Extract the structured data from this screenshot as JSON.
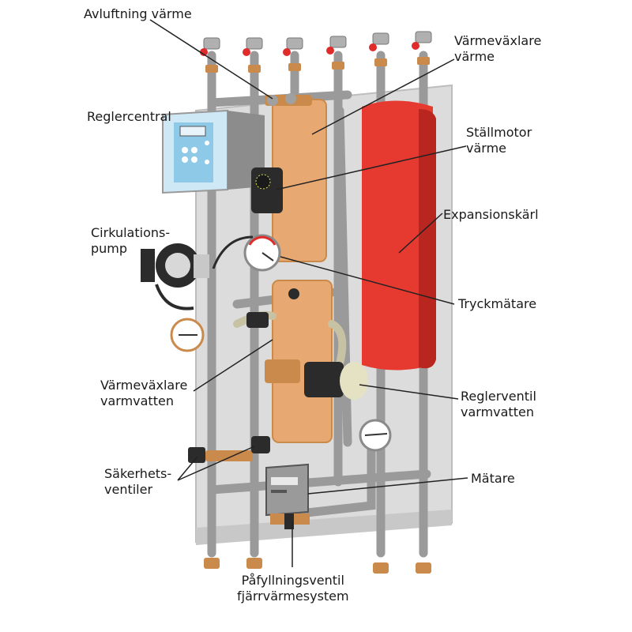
{
  "labels": {
    "avluftning": "Avluftning värme",
    "vvx_varme_1": "Värmeväxlare",
    "vvx_varme_2": "värme",
    "reglercentral": "Reglercentral",
    "stallmotor_1": "Ställmotor",
    "stallmotor_2": "värme",
    "cirk_1": "Cirkulations-",
    "cirk_2": "pump",
    "expansion": "Expansionskärl",
    "tryck": "Tryckmätare",
    "vvx_vv_1": "Värmeväxlare",
    "vvx_vv_2": "varmvatten",
    "reglerventil_1": "Reglerventil",
    "reglerventil_2": "varmvatten",
    "sakerhet_1": "Säkerhets-",
    "sakerhet_2": "ventiler",
    "matare": "Mätare",
    "pafyll_1": "Påfyllningsventil",
    "pafyll_2": "fjärrvärmesystem"
  },
  "colors": {
    "panel": "#d9d9d9",
    "pipe": "#9e9e9e",
    "copper": "#e8a871",
    "brass": "#c98a4b",
    "expansion": "#e63a30",
    "control": "#8fc9e8",
    "dark": "#2b2b2b"
  }
}
